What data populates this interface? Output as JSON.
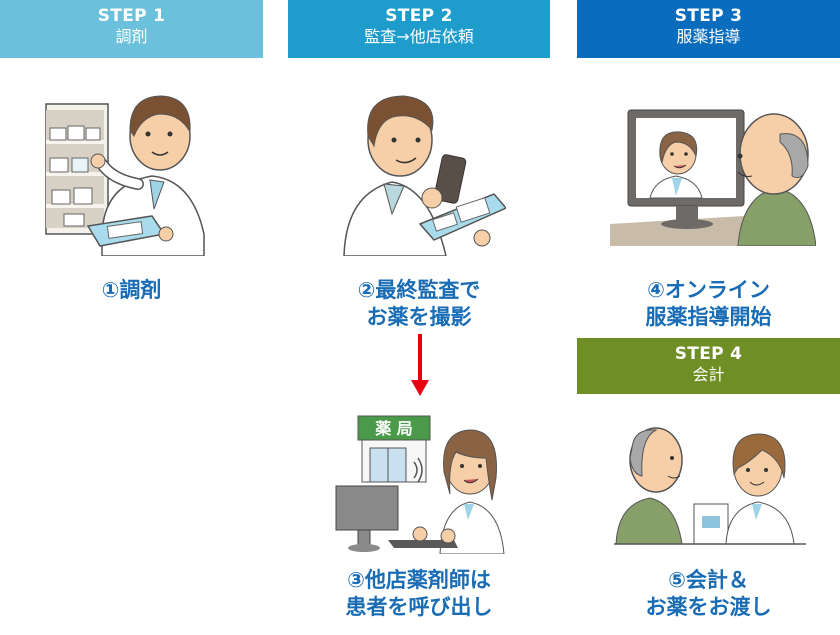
{
  "colors": {
    "step1": "#6bc1dc",
    "step2": "#1e9ccc",
    "step3": "#0a6cbd",
    "step4": "#6f8f26",
    "caption": "#1a6db5",
    "arrow": "#e60012"
  },
  "steps": [
    {
      "number": "STEP 1",
      "title": "調剤"
    },
    {
      "number": "STEP 2",
      "title": "監査→他店依頼"
    },
    {
      "number": "STEP 3",
      "title": "服薬指導"
    },
    {
      "number": "STEP 4",
      "title": "会計"
    }
  ],
  "captions": {
    "c1": {
      "line1": "①調剤"
    },
    "c2": {
      "line1": "②最終監査で",
      "line2": "お薬を撮影"
    },
    "c3": {
      "line1": "③他店薬剤師は",
      "line2": "患者を呼び出し"
    },
    "c4": {
      "line1": "④オンライン",
      "line2": "服薬指導開始"
    },
    "c5": {
      "line1": "⑤会計＆",
      "line2": "お薬をお渡し"
    }
  },
  "illustrations": {
    "pharmacy_sign": "薬 局"
  }
}
